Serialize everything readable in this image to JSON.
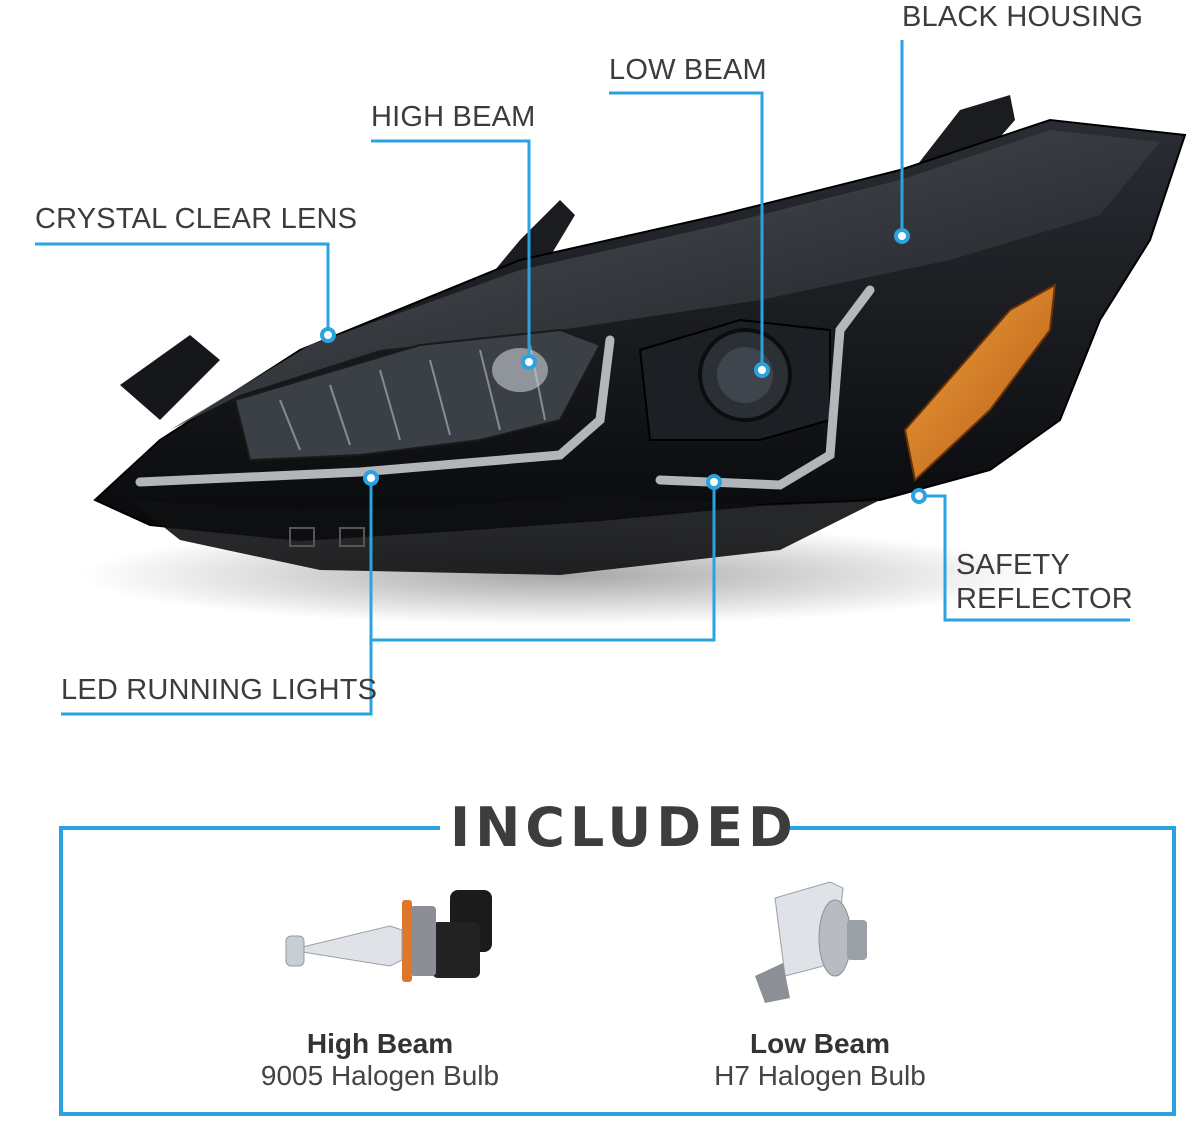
{
  "callouts": {
    "black_housing": "BLACK HOUSING",
    "low_beam": "LOW BEAM",
    "high_beam": "HIGH BEAM",
    "crystal_clear_lens": "CRYSTAL CLEAR LENS",
    "safety_reflector_line1": "SAFETY",
    "safety_reflector_line2": "REFLECTOR",
    "led_running_lights": "LED RUNNING LIGHTS"
  },
  "included": {
    "title": "INCLUDED",
    "items": [
      {
        "title": "High Beam",
        "subtitle": "9005 Halogen Bulb"
      },
      {
        "title": "Low Beam",
        "subtitle": "H7 Halogen Bulb"
      }
    ]
  },
  "colors": {
    "accent": "#2aa3e0",
    "housing": "#111318",
    "reflector": "#d9781c"
  }
}
